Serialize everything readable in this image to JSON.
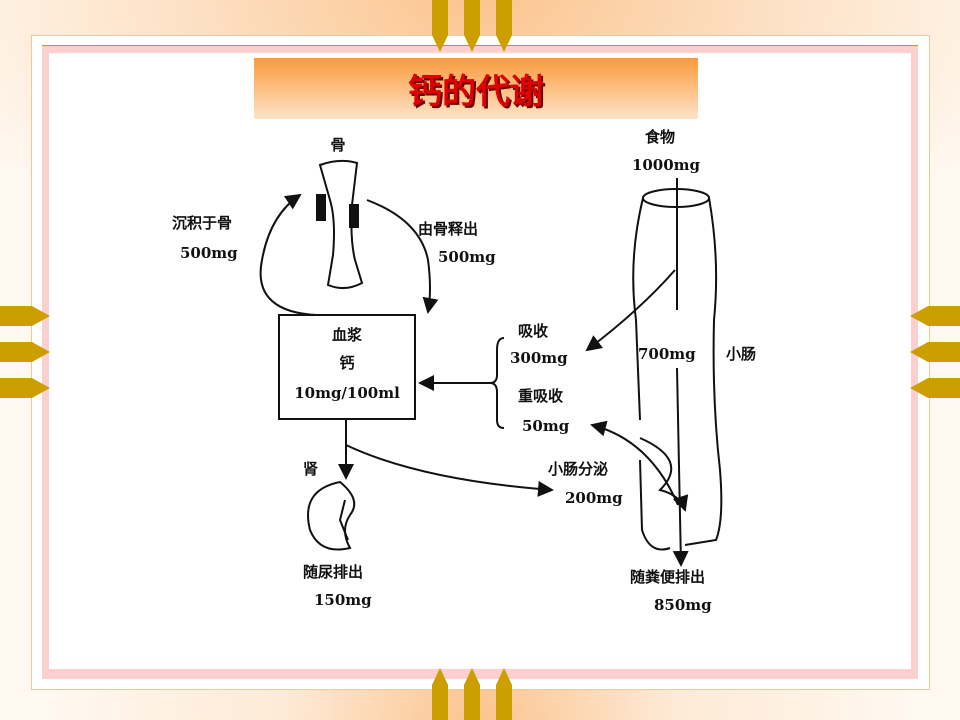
{
  "title": "钙的代谢",
  "diagram": {
    "bone": "骨",
    "deposit": {
      "label": "沉积于骨",
      "amount": "500mg"
    },
    "release": {
      "label": "由骨释出",
      "amount": "500mg"
    },
    "plasma": {
      "line1": "血浆",
      "line2": "钙",
      "line3": "10mg/100ml"
    },
    "food": {
      "label": "食物",
      "amount": "1000mg"
    },
    "absorb": {
      "label": "吸收",
      "amount": "300mg"
    },
    "reabsorb": {
      "label": "重吸收",
      "amount": "50mg"
    },
    "intestine_flow": "700mg",
    "intestine": "小肠",
    "secretion": {
      "label": "小肠分泌",
      "amount": "200mg"
    },
    "kidney": "肾",
    "urine": {
      "label": "随尿排出",
      "amount": "150mg"
    },
    "feces": {
      "label": "随粪便排出",
      "amount": "850mg"
    }
  },
  "colors": {
    "title": "#e00000",
    "gold": "#c9a000",
    "pink": "#fdd0d0"
  }
}
